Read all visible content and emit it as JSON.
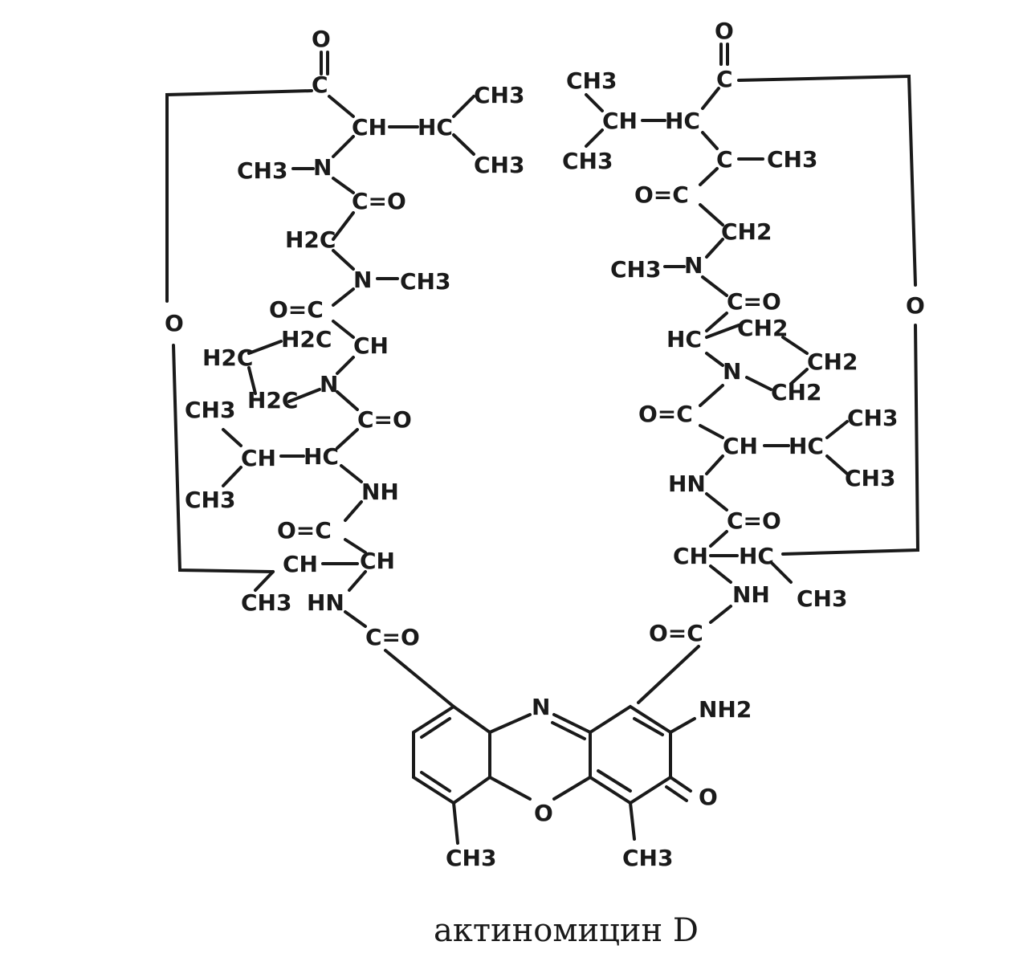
{
  "labels": {
    "l_o_top": "O",
    "l_c_top": "C",
    "l_ch_val": "CH",
    "l_hc_val": "HC",
    "l_ch3_val1": "CH3",
    "l_ch3_val2": "CH3",
    "l_ch3n": "CH3",
    "l_n1": "N",
    "l_co1": "C=O",
    "l_h2c": "H2C",
    "l_n2": "N",
    "l_ch3_n2": "CH3",
    "l_oc1": "O=C",
    "l_h2c_pro1": "H2C",
    "l_ch_pro": "CH",
    "l_h2c_pro2": "H2C",
    "l_h2c_pro3": "H2C",
    "l_n_pro": "N",
    "l_co2": "C=O",
    "l_ch3_v2a": "CH3",
    "l_ch_v2": "CH",
    "l_hc_v2": "HC",
    "l_ch3_v2b": "CH3",
    "l_nh1": "NH",
    "l_oc2": "O=C",
    "l_ch_thr": "CH",
    "l_ch_thr2": "CH",
    "l_ch3_thr": "CH3",
    "l_hn1": "HN",
    "l_co3": "C=O",
    "l_o_ring_left": "O",
    "r_o_top": "O",
    "r_c_top": "C",
    "r_ch3_a": "CH3",
    "r_ch": "CH",
    "r_hc": "HC",
    "r_ch3_b": "CH3",
    "r_c": "C",
    "r_ch3_c": "CH3",
    "r_oc1": "O=C",
    "r_ch2": "CH2",
    "r_ch3n": "CH3",
    "r_n1": "N",
    "r_co1": "C=O",
    "r_hc_pro": "HC",
    "r_ch2_p1": "CH2",
    "r_ch2_p2": "CH2",
    "r_n_pro": "N",
    "r_ch2_p3": "CH2",
    "r_oc2": "O=C",
    "r_ch_v2": "CH",
    "r_hc_v2": "HC",
    "r_ch3_v2a": "CH3",
    "r_ch3_v2b": "CH3",
    "r_hn": "HN",
    "r_co2": "C=O",
    "r_ch_thr": "CH",
    "r_hc_thr": "HC",
    "r_nh": "NH",
    "r_ch3_thr": "CH3",
    "r_oc3": "O=C",
    "r_o_ring": "O",
    "c_n": "N",
    "c_o": "O",
    "c_nh2": "NH2",
    "c_keto_o": "O",
    "c_ch3_left": "CH3",
    "c_ch3_right": "CH3"
  },
  "caption": "актиномицин D"
}
